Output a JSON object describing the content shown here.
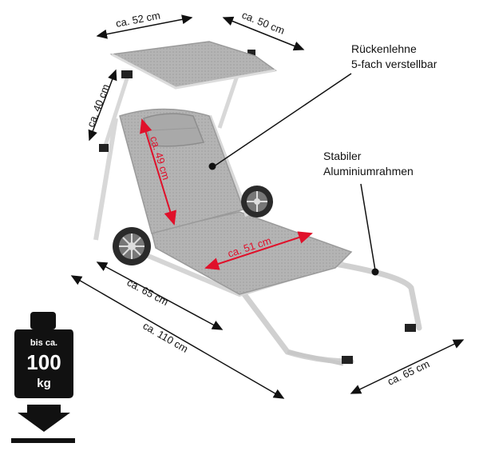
{
  "dimensions": {
    "canopy_width": "ca. 52 cm",
    "canopy_depth": "ca. 50 cm",
    "canopy_height": "ca. 40 cm",
    "backrest_length": "ca. 49 cm",
    "seat_width": "ca. 51 cm",
    "seat_length": "ca. 65 cm",
    "total_length": "ca. 110 cm",
    "foot_width": "ca. 65 cm"
  },
  "callouts": {
    "backrest_line1": "Rückenlehne",
    "backrest_line2": "5-fach verstellbar",
    "frame_line1": "Stabiler",
    "frame_line2": "Aluminiumrahmen"
  },
  "weight": {
    "line1": "bis ca.",
    "line2": "100",
    "line3": "kg"
  },
  "colors": {
    "fabric": "#b3b3b3",
    "frame": "#d8d8d8",
    "accent_red": "#e0102a",
    "dark": "#111111"
  }
}
